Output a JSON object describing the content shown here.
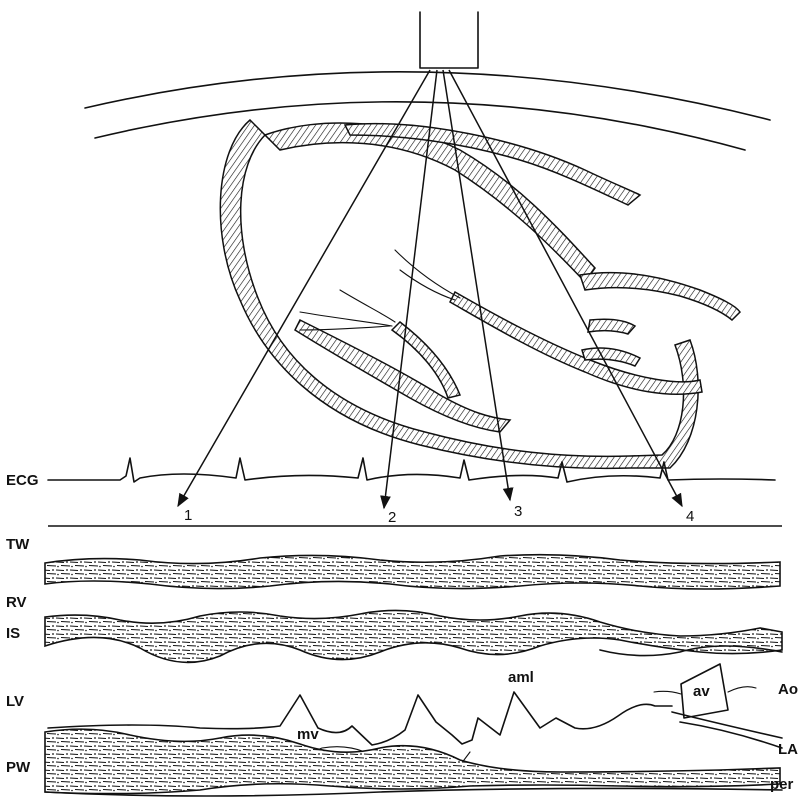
{
  "ecg_label": "ECG",
  "beams": [
    {
      "number": "1"
    },
    {
      "number": "2"
    },
    {
      "number": "3"
    },
    {
      "number": "4"
    }
  ],
  "left_labels": {
    "tw": "TW",
    "rv": "RV",
    "is": "IS",
    "lv": "LV",
    "pw": "PW"
  },
  "right_labels": {
    "ao": "Ao",
    "la": "LA",
    "per": "per"
  },
  "inner_labels": {
    "aml": "aml",
    "mv": "mv",
    "av": "av"
  }
}
